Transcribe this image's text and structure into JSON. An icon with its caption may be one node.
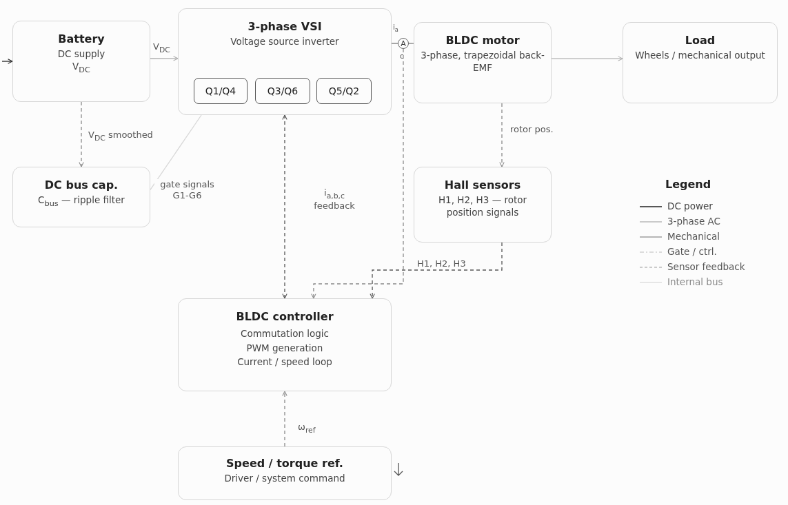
{
  "diagram": {
    "nodes": [
      {
        "text": [
          "Battery",
          "DC supply",
          "V$_{DC}$"
        ]
      },
      {
        "text": [
          "3-phase VSI",
          "Voltage source inverter"
        ]
      },
      {
        "text": [
          "Q1/Q4"
        ],
        "in": 1
      },
      {
        "text": [
          "Q3/Q6"
        ],
        "in": 1
      },
      {
        "text": [
          "Q5/Q2"
        ],
        "in": 1
      },
      {
        "text": [
          "BLDC motor",
          "3-phase, trapezoidal back-EMF"
        ]
      },
      {
        "text": [
          "Load",
          "Wheels / mechanical output"
        ]
      },
      {
        "text": [
          "DC bus cap.",
          "C$_{bus}$ — ripple filter"
        ]
      },
      {
        "text": [
          "Hall sensors",
          "H1, H2, H3 — rotor position signals"
        ]
      },
      {
        "text": [
          "BLDC controller",
          "Commutation logic",
          "PWM generation",
          "Current / speed loop"
        ]
      },
      {
        "text": [
          "Speed / torque ref.",
          "Driver / system command"
        ]
      },
      {
        "text": [
          "A"
        ]
      }
    ],
    "edges": [
      {
        "from": 0,
        "to": 1,
        "arrow": "to",
        "label": "V$_{DC}$",
        "color": "#b0b0b0"
      },
      {
        "from": 0,
        "to": 7,
        "arrow": "to",
        "label": "V$_{DC}$ smoothed",
        "style": "dashed"
      },
      {
        "from": 7,
        "to": 1,
        "arrow": "none",
        "color": "#d8d8d8"
      },
      {
        "from": 1,
        "to": 9,
        "arrow": "both",
        "label": "i$_{a,b,c}$ feedback",
        "style": "dashed",
        "color": "#555555"
      },
      {
        "from": 1,
        "to": 11,
        "arrow": "none"
      },
      {
        "from": 11,
        "to": 5,
        "arrow": "none"
      },
      {
        "from": 11,
        "to": 9,
        "arrow": "to",
        "style": "dashed"
      },
      {
        "from": 5,
        "to": 6,
        "arrow": "to",
        "color": "#b0b0b0"
      },
      {
        "from": 5,
        "to": 8,
        "arrow": "to",
        "label": "rotor pos.",
        "style": "dashed"
      },
      {
        "from": 8,
        "to": 9,
        "arrow": "to",
        "label": "H1, H2, H3",
        "style": "dashed",
        "color": "#555555"
      },
      {
        "from": 10,
        "to": 9,
        "arrow": "to",
        "label": "ω$_{ref}$",
        "style": "dashed"
      },
      {
        "from": null,
        "to": 0,
        "arrow": "to",
        "color": "#222222"
      }
    ],
    "labels": [
      "gate signals G1-G6",
      "i$_{a}$",
      "c",
      "Legend"
    ],
    "legend": [
      {
        "text": "DC power"
      },
      {
        "text": "3-phase AC"
      },
      {
        "text": "Mechanical"
      },
      {
        "text": "Gate / ctrl."
      },
      {
        "text": "Sensor feedback"
      },
      {
        "text": "Internal bus"
      }
    ]
  }
}
